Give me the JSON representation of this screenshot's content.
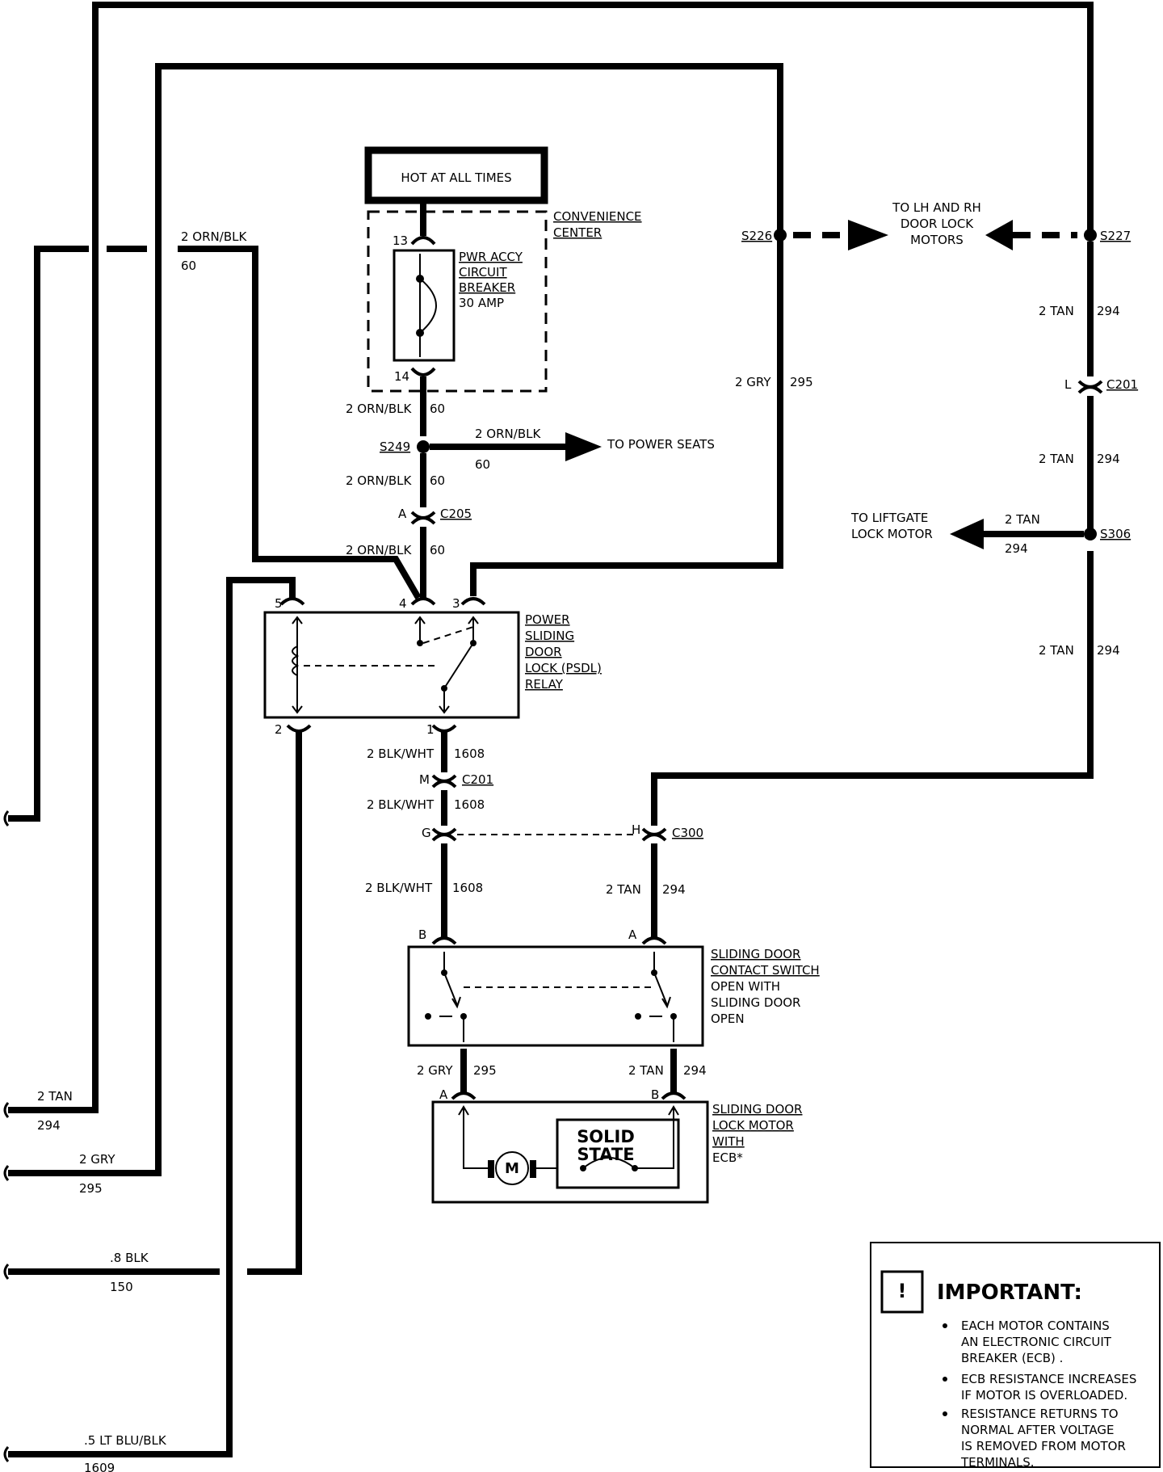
{
  "hot_label": "HOT AT ALL TIMES",
  "convenience_center": [
    "CONVENIENCE",
    "CENTER"
  ],
  "breaker": [
    "PWR ACCY",
    "CIRCUIT",
    "BREAKER",
    "30 AMP"
  ],
  "pin13": "13",
  "pin14": "14",
  "wire_orn": "2 ORN/BLK",
  "circ_60": "60",
  "s249": "S249",
  "to_power_seats": "TO POWER SEATS",
  "c205_a": "A",
  "c205": "C205",
  "relay_pins": {
    "p5": "5",
    "p4": "4",
    "p3": "3",
    "p2": "2",
    "p1": "1"
  },
  "relay_label": [
    "POWER",
    "SLIDING",
    "DOOR",
    "LOCK (PSDL)",
    "RELAY"
  ],
  "wire_blkwht": "2 BLK/WHT",
  "circ_1608": "1608",
  "c201_m": "M",
  "c201": "C201",
  "c300_g": "G",
  "c300_h": "H",
  "c300": "C300",
  "wire_tan": "2 TAN",
  "circ_294": "294",
  "wire_gry": "2 GRY",
  "circ_295": "295",
  "s226": "S226",
  "s227": "S227",
  "s306": "S306",
  "c201_l": "L",
  "to_door_lock": [
    "TO LH AND RH",
    "DOOR LOCK",
    "MOTORS"
  ],
  "to_liftgate": [
    "TO LIFTGATE",
    "LOCK MOTOR"
  ],
  "switch_pin_b": "B",
  "switch_pin_a": "A",
  "switch_label": [
    "SLIDING DOOR",
    "CONTACT SWITCH",
    "OPEN WITH",
    "SLIDING DOOR",
    "OPEN"
  ],
  "motor_pin_a": "A",
  "motor_pin_b": "B",
  "motor_label": [
    "SLIDING DOOR",
    "LOCK MOTOR",
    "WITH",
    "ECB*"
  ],
  "solid_state": [
    "SOLID",
    "STATE"
  ],
  "motor_m": "M",
  "left_wires": [
    {
      "wire": "2 TAN",
      "circ": "294"
    },
    {
      "wire": "2 GRY",
      "circ": "295"
    },
    {
      "wire": ".8 BLK",
      "circ": "150"
    },
    {
      "wire": ".5 LT BLU/BLK",
      "circ": "1609"
    }
  ],
  "important": {
    "title": "IMPORTANT:",
    "icon": "exclamation-icon",
    "bullets": [
      [
        "EACH MOTOR CONTAINS",
        "AN ELECTRONIC CIRCUIT",
        "BREAKER (ECB) ."
      ],
      [
        "ECB RESISTANCE INCREASES",
        "IF MOTOR IS OVERLOADED."
      ],
      [
        "RESISTANCE RETURNS TO",
        "NORMAL AFTER VOLTAGE",
        "IS REMOVED FROM MOTOR",
        "TERMINALS."
      ]
    ]
  }
}
